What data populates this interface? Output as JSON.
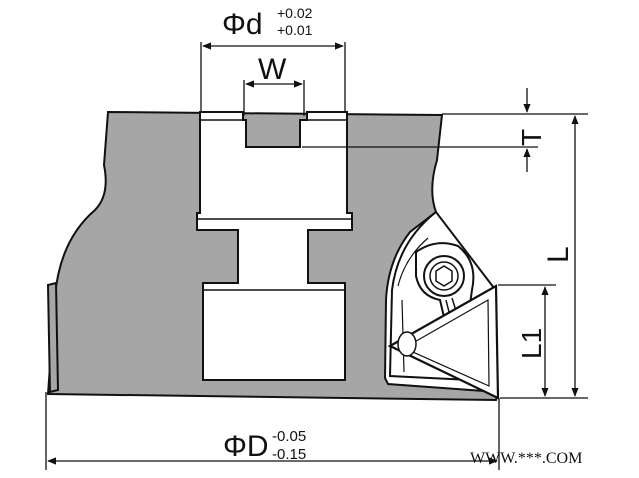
{
  "dimensions": {
    "bore": {
      "symbol": "Φd",
      "upper_tol": "+0.02",
      "lower_tol": "+0.01"
    },
    "keyway": {
      "label": "W"
    },
    "key_depth": {
      "label": "T"
    },
    "height": {
      "label": "L"
    },
    "insert_height": {
      "label": "L1"
    },
    "outer_diameter": {
      "symbol": "ΦD",
      "upper_tol": "-0.05",
      "lower_tol": "-0.15"
    }
  },
  "watermark": "WWW.***.COM",
  "colors": {
    "body_fill": "#a6a6a6",
    "outline": "#111111",
    "background": "#ffffff"
  }
}
